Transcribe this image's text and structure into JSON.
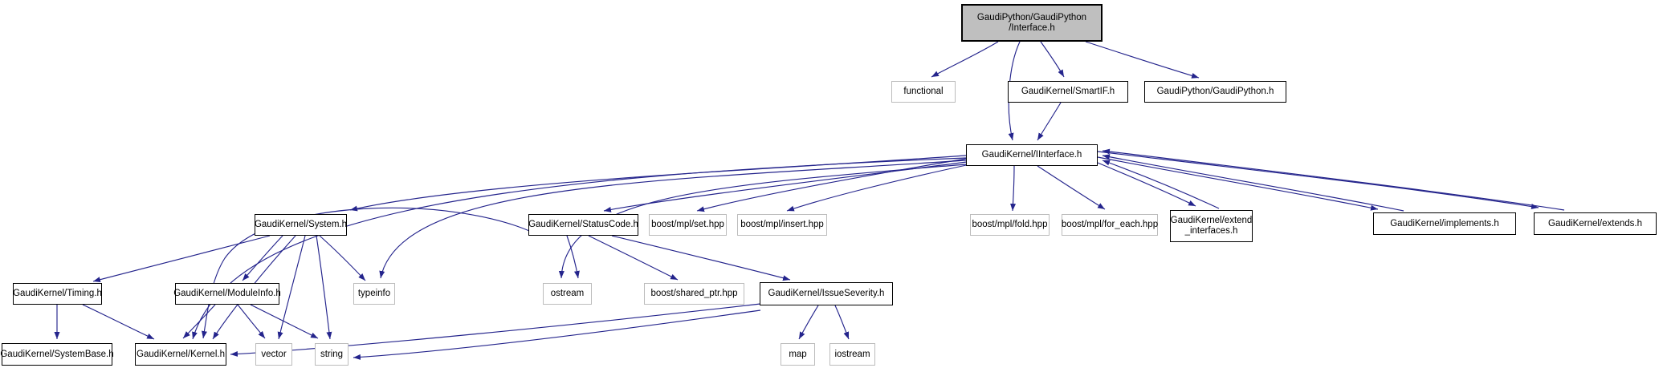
{
  "diagram": {
    "type": "include-dependency-graph",
    "colors": {
      "edge": "#24248c",
      "node_border": "#000000",
      "external_node_border": "#bcbcbc",
      "root_fill": "#bfbfbf",
      "background": "#ffffff",
      "text": "#000000"
    },
    "nodes": {
      "interface_h": {
        "label": "GaudiPython/GaudiPython/Interface.h",
        "lines": [
          "GaudiPython/GaudiPython",
          "/Interface.h"
        ],
        "type": "root"
      },
      "functional": {
        "label": "functional",
        "type": "external"
      },
      "smartif": {
        "label": "GaudiKernel/SmartIF.h",
        "type": "internal"
      },
      "gaudipython": {
        "label": "GaudiPython/GaudiPython.h",
        "type": "internal"
      },
      "iinterface": {
        "label": "GaudiKernel/IInterface.h",
        "type": "internal"
      },
      "system": {
        "label": "GaudiKernel/System.h",
        "type": "internal"
      },
      "statuscode": {
        "label": "GaudiKernel/StatusCode.h",
        "type": "internal"
      },
      "mpl_set": {
        "label": "boost/mpl/set.hpp",
        "type": "external"
      },
      "mpl_insert": {
        "label": "boost/mpl/insert.hpp",
        "type": "external"
      },
      "mpl_fold": {
        "label": "boost/mpl/fold.hpp",
        "type": "external"
      },
      "mpl_for_each": {
        "label": "boost/mpl/for_each.hpp",
        "type": "external"
      },
      "extend_interfaces": {
        "label": "GaudiKernel/extend_interfaces.h",
        "lines": [
          "GaudiKernel/extend",
          "_interfaces.h"
        ],
        "type": "internal"
      },
      "implements": {
        "label": "GaudiKernel/implements.h",
        "type": "internal"
      },
      "extends": {
        "label": "GaudiKernel/extends.h",
        "type": "internal"
      },
      "timing": {
        "label": "GaudiKernel/Timing.h",
        "type": "internal"
      },
      "moduleinfo": {
        "label": "GaudiKernel/ModuleInfo.h",
        "type": "internal"
      },
      "typeinfo": {
        "label": "typeinfo",
        "type": "external"
      },
      "ostream": {
        "label": "ostream",
        "type": "external"
      },
      "shared_ptr": {
        "label": "boost/shared_ptr.hpp",
        "type": "external"
      },
      "issueseverity": {
        "label": "GaudiKernel/IssueSeverity.h",
        "type": "internal"
      },
      "systembase": {
        "label": "GaudiKernel/SystemBase.h",
        "type": "internal"
      },
      "kernel": {
        "label": "GaudiKernel/Kernel.h",
        "type": "internal"
      },
      "vector": {
        "label": "vector",
        "type": "external"
      },
      "string": {
        "label": "string",
        "type": "external"
      },
      "map": {
        "label": "map",
        "type": "external"
      },
      "iostream": {
        "label": "iostream",
        "type": "external"
      }
    },
    "edges": [
      {
        "from": "interface_h",
        "to": "functional"
      },
      {
        "from": "interface_h",
        "to": "smartif"
      },
      {
        "from": "interface_h",
        "to": "gaudipython"
      },
      {
        "from": "interface_h",
        "to": "iinterface"
      },
      {
        "from": "smartif",
        "to": "iinterface"
      },
      {
        "from": "iinterface",
        "to": "system"
      },
      {
        "from": "iinterface",
        "to": "statuscode"
      },
      {
        "from": "iinterface",
        "to": "mpl_set"
      },
      {
        "from": "iinterface",
        "to": "mpl_insert"
      },
      {
        "from": "iinterface",
        "to": "mpl_fold"
      },
      {
        "from": "iinterface",
        "to": "mpl_for_each"
      },
      {
        "from": "iinterface",
        "to": "extend_interfaces"
      },
      {
        "from": "extend_interfaces",
        "to": "iinterface"
      },
      {
        "from": "iinterface",
        "to": "implements"
      },
      {
        "from": "implements",
        "to": "iinterface"
      },
      {
        "from": "iinterface",
        "to": "extends"
      },
      {
        "from": "extends",
        "to": "iinterface"
      },
      {
        "from": "iinterface",
        "to": "typeinfo"
      },
      {
        "from": "iinterface",
        "to": "ostream"
      },
      {
        "from": "iinterface",
        "to": "kernel"
      },
      {
        "from": "system",
        "to": "timing"
      },
      {
        "from": "system",
        "to": "moduleinfo"
      },
      {
        "from": "system",
        "to": "typeinfo"
      },
      {
        "from": "system",
        "to": "kernel"
      },
      {
        "from": "system",
        "to": "vector"
      },
      {
        "from": "system",
        "to": "string"
      },
      {
        "from": "timing",
        "to": "systembase"
      },
      {
        "from": "timing",
        "to": "kernel"
      },
      {
        "from": "moduleinfo",
        "to": "kernel"
      },
      {
        "from": "moduleinfo",
        "to": "vector"
      },
      {
        "from": "moduleinfo",
        "to": "string"
      },
      {
        "from": "statuscode",
        "to": "ostream"
      },
      {
        "from": "statuscode",
        "to": "shared_ptr"
      },
      {
        "from": "statuscode",
        "to": "issueseverity"
      },
      {
        "from": "statuscode",
        "to": "kernel"
      },
      {
        "from": "issueseverity",
        "to": "map"
      },
      {
        "from": "issueseverity",
        "to": "iostream"
      },
      {
        "from": "issueseverity",
        "to": "kernel"
      },
      {
        "from": "issueseverity",
        "to": "string"
      }
    ]
  }
}
